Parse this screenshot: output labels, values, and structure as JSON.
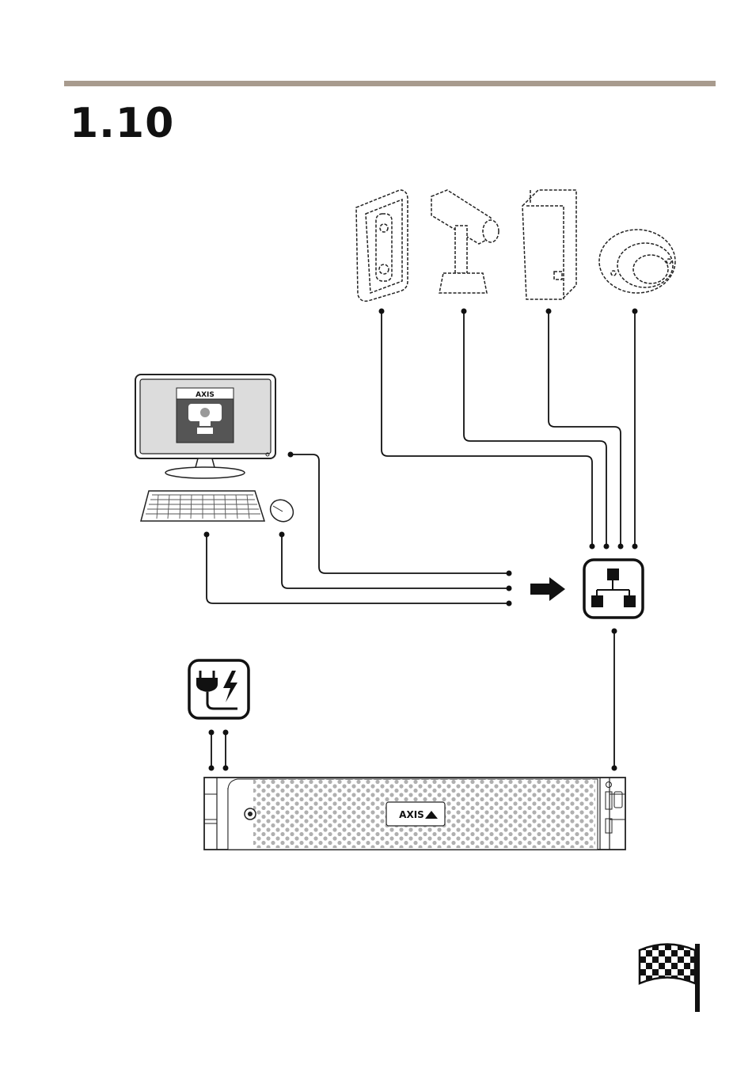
{
  "section": {
    "step_number": "1.10",
    "rule_color": "#a89b8e"
  },
  "diagram": {
    "cameras": [
      "intercom-camera-icon",
      "box-camera-icon",
      "modular-camera-icon",
      "dome-camera-icon"
    ],
    "client_workstation": [
      "monitor-icon",
      "keyboard-icon",
      "mouse-icon"
    ],
    "monitor_logo": "AXIS",
    "network_switch": "network-switch-icon",
    "power": "power-plug-icon",
    "recorder_logo": "AXIS",
    "finish": "checkered-flag-icon"
  }
}
